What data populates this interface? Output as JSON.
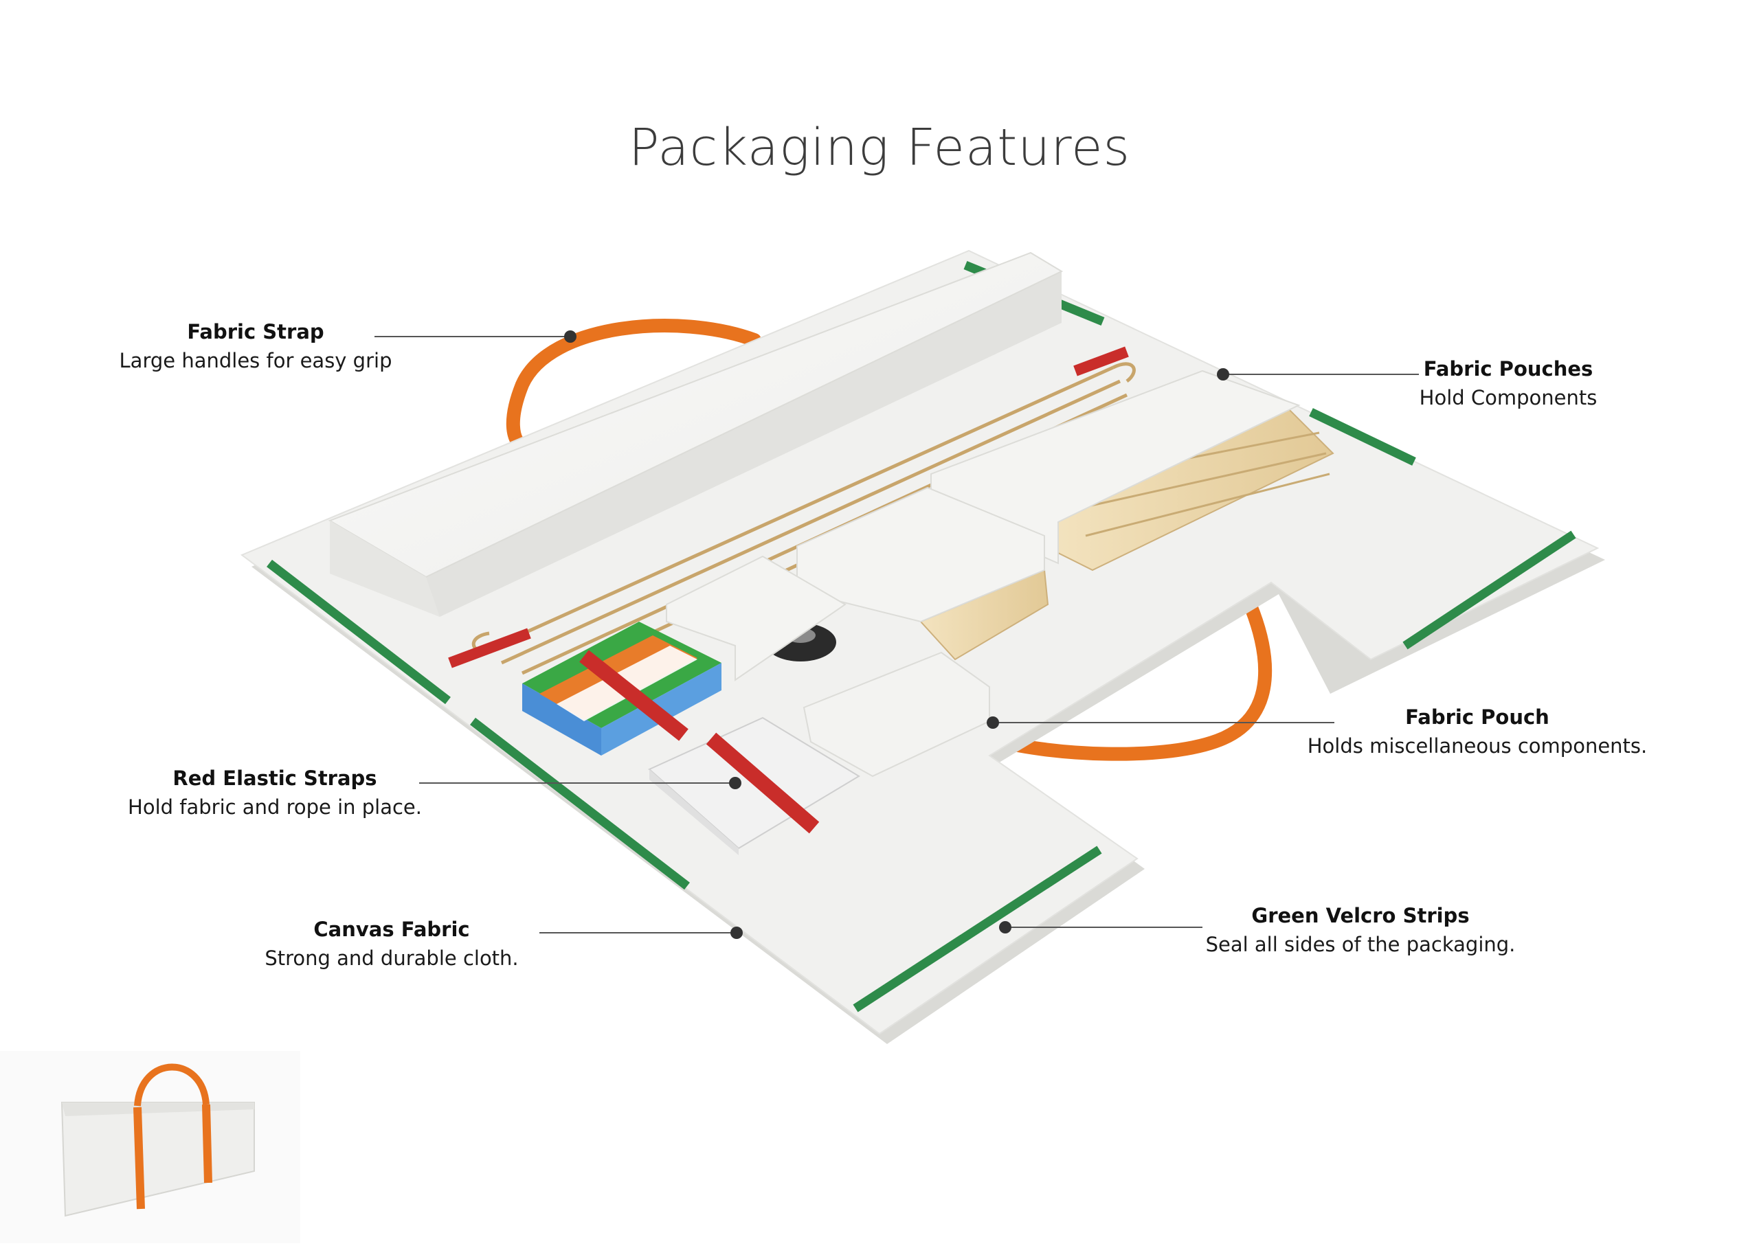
{
  "page": {
    "title": "Packaging Features"
  },
  "colors": {
    "canvas_fabric": "#f1f1ef",
    "velcro_green": "#2e8b4a",
    "strap_orange": "#e8731e",
    "elastic_red": "#c92d2a",
    "rope_tan": "#c8a56b",
    "wood": "#eedcb3",
    "leader_line": "#555555"
  },
  "callouts": {
    "fabric_strap": {
      "heading": "Fabric Strap",
      "description": "Large handles for easy grip"
    },
    "fabric_pouches": {
      "heading": "Fabric Pouches",
      "description": "Hold Components"
    },
    "fabric_pouch": {
      "heading": "Fabric Pouch",
      "description": "Holds miscellaneous components."
    },
    "red_elastic_straps": {
      "heading": "Red Elastic Straps",
      "description": "Hold fabric and rope in place."
    },
    "canvas_fabric": {
      "heading": "Canvas Fabric",
      "description": "Strong and durable cloth."
    },
    "green_velcro_strips": {
      "heading": "Green Velcro Strips",
      "description": "Seal all sides of the packaging."
    }
  }
}
